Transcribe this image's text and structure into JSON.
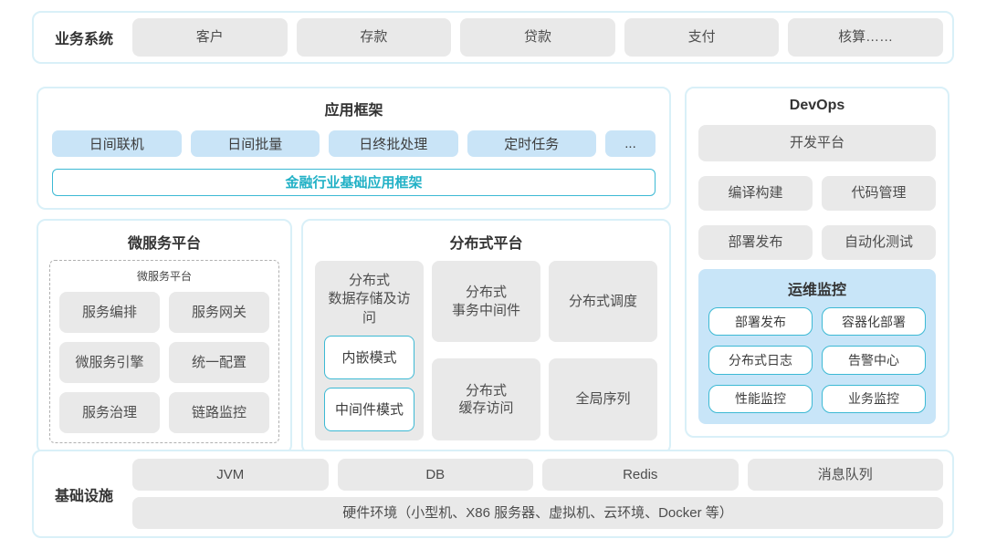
{
  "colors": {
    "container_border": "#d9f0f8",
    "gray_box_bg": "#e9e9e9",
    "blue_box_bg": "#c9e4f7",
    "cyan_border": "#3cb9d4",
    "cyan_text": "#22b1c6",
    "monitor_panel_bg": "#c8e5f8",
    "title_text": "#333333",
    "body_text": "#4d4d4d"
  },
  "business_band": {
    "label": "业务系统",
    "items": [
      "客户",
      "存款",
      "贷款",
      "支付",
      "核算……"
    ]
  },
  "app_framework": {
    "title": "应用框架",
    "items": [
      "日间联机",
      "日间批量",
      "日终批处理",
      "定时任务",
      "..."
    ],
    "base_framework": "金融行业基础应用框架"
  },
  "microservices": {
    "title": "微服务平台",
    "inner_title": "微服务平台",
    "items": [
      "服务编排",
      "服务网关",
      "微服务引擎",
      "统一配置",
      "服务治理",
      "链路监控"
    ]
  },
  "distributed": {
    "title": "分布式平台",
    "storage": {
      "label": "分布式\n数据存储及访问",
      "modes": [
        "内嵌模式",
        "中间件模式"
      ]
    },
    "middle_items": [
      "分布式\n事务中间件",
      "分布式\n缓存访问"
    ],
    "right_items": [
      "分布式调度",
      "全局序列"
    ]
  },
  "devops": {
    "title": "DevOps",
    "platform": "开发平台",
    "items": [
      "编译构建",
      "代码管理",
      "部署发布",
      "自动化测试"
    ],
    "monitor": {
      "title": "运维监控",
      "items": [
        "部署发布",
        "容器化部署",
        "分布式日志",
        "告警中心",
        "性能监控",
        "业务监控"
      ]
    }
  },
  "infrastructure": {
    "label": "基础设施",
    "items": [
      "JVM",
      "DB",
      "Redis",
      "消息队列"
    ],
    "hardware": "硬件环境（小型机、X86 服务器、虚拟机、云环境、Docker 等）"
  }
}
